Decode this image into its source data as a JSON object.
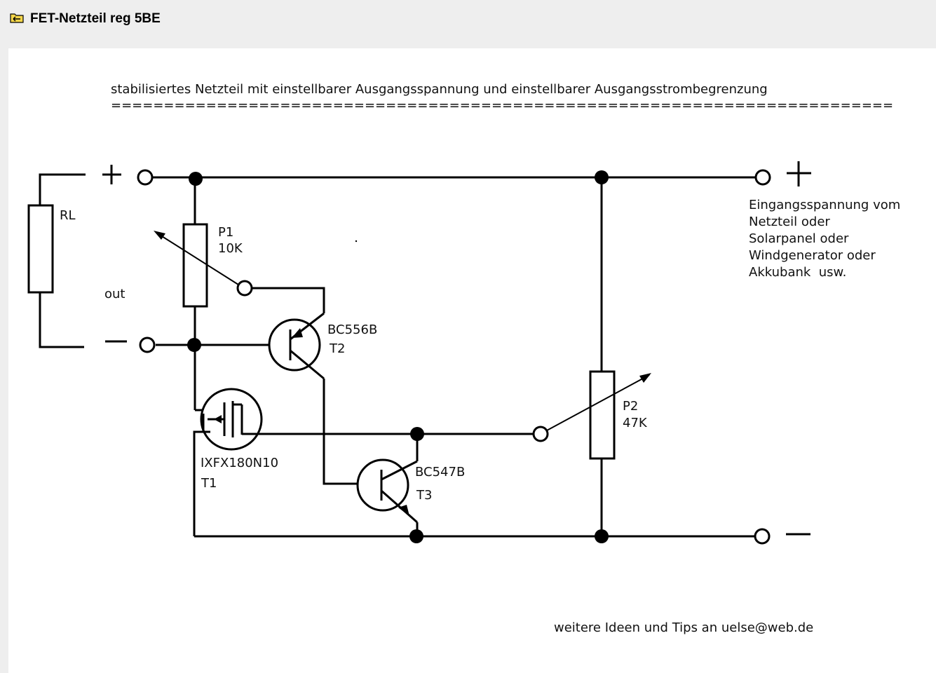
{
  "window": {
    "title": "FET-Netzteil reg 5BE",
    "icon": "folder-back-icon"
  },
  "diagram": {
    "heading": "stabilisiertes Netzteil mit einstellbarer Ausgangsspannung und einstellbarer Ausgangsstrombegrenzung",
    "underline": "==========================================================================",
    "labels": {
      "plus_left": "+",
      "minus_left": "–",
      "rl": "RL",
      "out": "out",
      "p1_name": "P1",
      "p1_value": "10K",
      "t2_type": "BC556B",
      "t2_name": "T2",
      "t1_type": "IXFX180N10",
      "t1_name": "T1",
      "t3_type": "BC547B",
      "t3_name": "T3",
      "p2_name": "P2",
      "p2_value": "47K",
      "plus_right": "+",
      "minus_right": "–"
    },
    "input_note": [
      "Eingangsspannung vom",
      "Netzteil oder",
      "Solarpanel oder",
      "Windgenerator oder",
      "Akkubank  usw."
    ],
    "footer": "weitere Ideen und Tips an uelse@web.de"
  }
}
